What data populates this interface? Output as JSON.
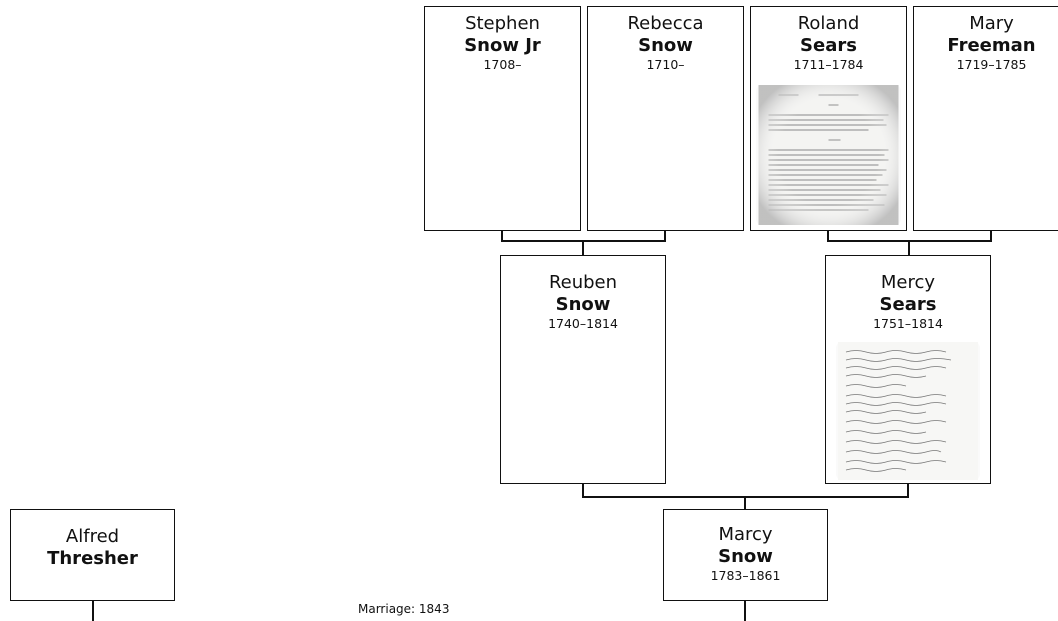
{
  "people": {
    "stephen": {
      "given": "Stephen",
      "surname": "Snow Jr",
      "years": "1708–"
    },
    "rebecca": {
      "given": "Rebecca",
      "surname": "Snow",
      "years": "1710–"
    },
    "roland": {
      "given": "Roland",
      "surname": "Sears",
      "years": "1711–1784"
    },
    "mary": {
      "given": "Mary",
      "surname": "Freeman",
      "years": "1719–1785"
    },
    "reuben": {
      "given": "Reuben",
      "surname": "Snow",
      "years": "1740–1814"
    },
    "mercy": {
      "given": "Mercy",
      "surname": "Sears",
      "years": "1751–1814"
    },
    "marcy": {
      "given": "Marcy",
      "surname": "Snow",
      "years": "1783–1861"
    },
    "alfred": {
      "given": "Alfred",
      "surname": "Thresher",
      "years": ""
    }
  },
  "marriage_label": "Marriage: 1843"
}
